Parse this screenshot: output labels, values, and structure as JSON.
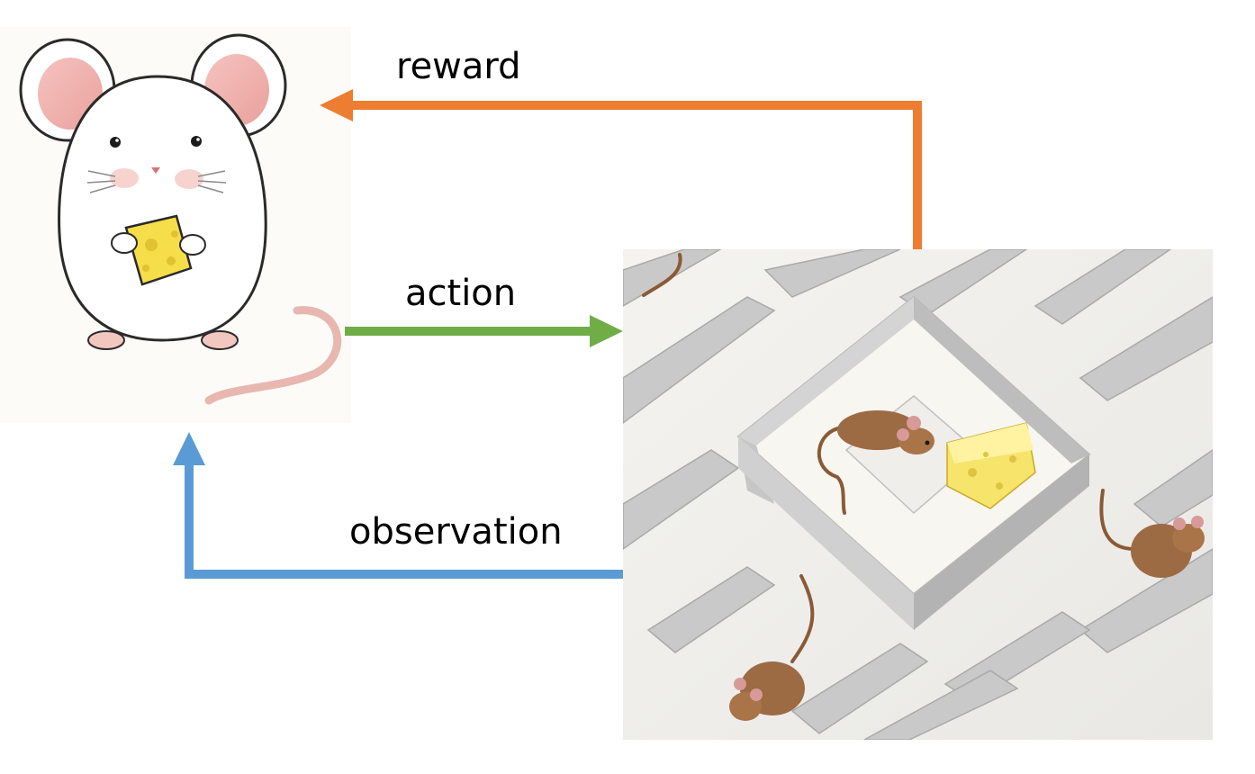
{
  "labels": {
    "reward": "reward",
    "action": "action",
    "observation": "observation"
  },
  "colors": {
    "reward_arrow": "#ED7D31",
    "action_arrow": "#70AD47",
    "observation_arrow": "#5B9BD5"
  },
  "nodes": {
    "agent": "mouse holding cheese (cartoon)",
    "environment": "maze with three mice and cheese"
  }
}
